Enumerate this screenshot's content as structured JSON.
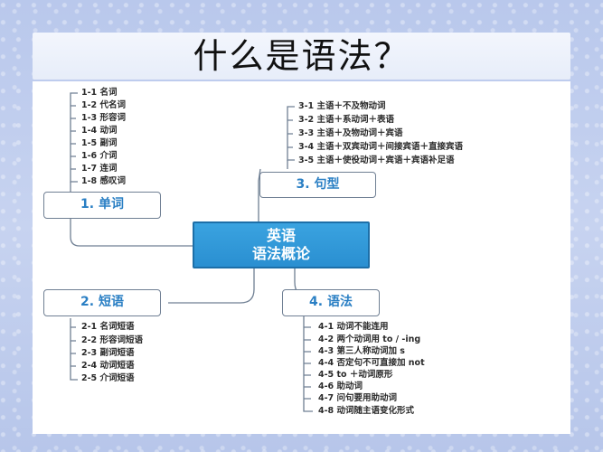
{
  "title": "什么是语法？",
  "center": {
    "line1": "英语",
    "line2": "语法概论"
  },
  "branches": {
    "b1": {
      "label": "1. 单词",
      "items": [
        "1-1 名词",
        "1-2 代名词",
        "1-3 形容词",
        "1-4 动词",
        "1-5 副词",
        "1-6 介词",
        "1-7 连词",
        "1-8 感叹词"
      ]
    },
    "b2": {
      "label": "2. 短语",
      "items": [
        "2-1 名词短语",
        "2-2 形容词短语",
        "2-3 副词短语",
        "2-4 动词短语",
        "2-5 介词短语"
      ]
    },
    "b3": {
      "label": "3. 句型",
      "items": [
        "3-1 主语＋不及物动词",
        "3-2 主语＋系动词＋表语",
        "3-3 主语＋及物动词＋宾语",
        "3-4 主语＋双宾动词＋间接宾语＋直接宾语",
        "3-5 主语＋使役动词＋宾语＋宾语补足语"
      ]
    },
    "b4": {
      "label": "4. 语法",
      "items": [
        "4-1 动词不能连用",
        "4-2 两个动词用 to / -ing",
        "4-3 第三人称动词加 s",
        "4-4 否定句不可直接加 not",
        "4-5 to ＋动词原形",
        "4-6 助动词",
        "4-7 问句要用助动词",
        "4-8 动词随主语变化形式"
      ]
    }
  },
  "colors": {
    "accent": "#2a8fd1",
    "branch_text": "#2a7fc4",
    "line": "#6f7f93"
  }
}
